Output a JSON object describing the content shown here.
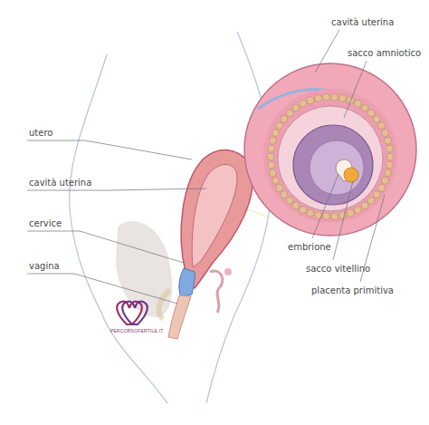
{
  "diagram": {
    "labels": [
      "cavità uterina",
      "sacco amniotico",
      "utero",
      "cavità uterina",
      "cervice",
      "vagina",
      "embrione",
      "sacco vitellino",
      "placenta primitiva",
      "PERCORSOFERTILE.IT"
    ]
  }
}
